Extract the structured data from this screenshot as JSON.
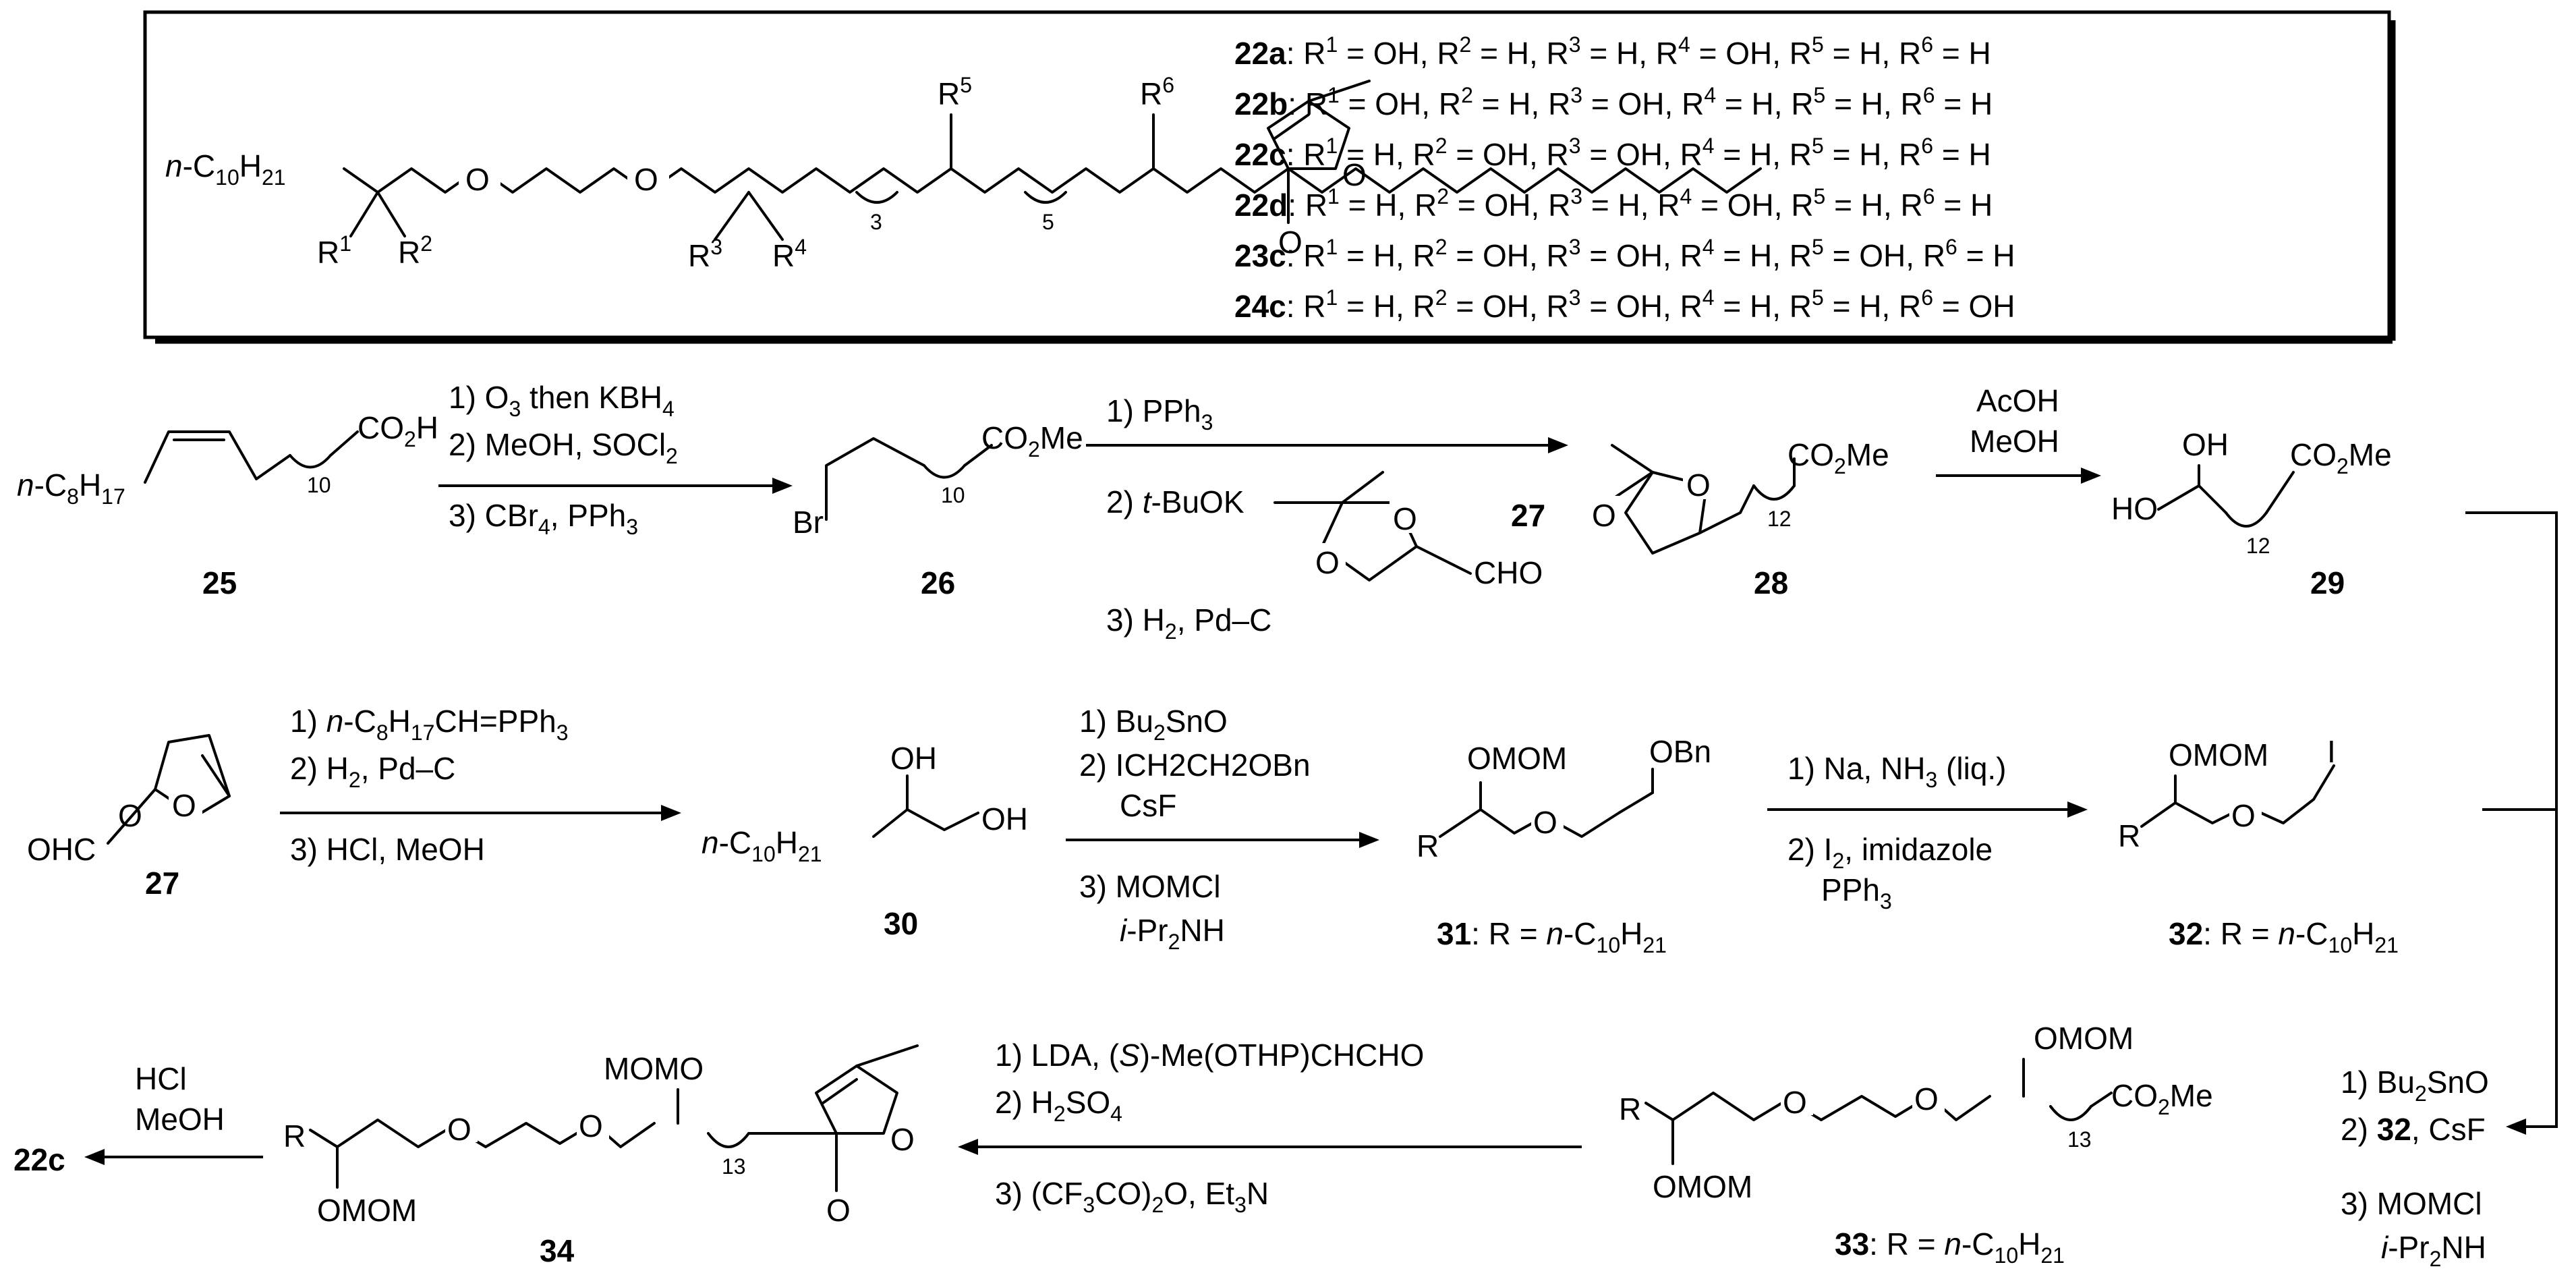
{
  "header_box": {
    "structure_labels": {
      "chain": "n-C10H21",
      "o1": "O",
      "o2": "O",
      "r1": "R1",
      "r2": "R2",
      "r3": "R3",
      "r4": "R4",
      "r5": "R5",
      "r6": "R6",
      "rep3": "3",
      "rep5": "5",
      "ring_o": "O",
      "carbonyl_o": "O"
    },
    "compounds": [
      {
        "id": "22a",
        "r": [
          "OH",
          "H",
          "H",
          "OH",
          "H",
          "H"
        ]
      },
      {
        "id": "22b",
        "r": [
          "OH",
          "H",
          "OH",
          "H",
          "H",
          "H"
        ]
      },
      {
        "id": "22c",
        "r": [
          "H",
          "OH",
          "OH",
          "H",
          "H",
          "H"
        ]
      },
      {
        "id": "22d",
        "r": [
          "H",
          "OH",
          "H",
          "OH",
          "H",
          "H"
        ]
      },
      {
        "id": "23c",
        "r": [
          "H",
          "OH",
          "OH",
          "H",
          "OH",
          "H"
        ]
      },
      {
        "id": "24c",
        "r": [
          "H",
          "OH",
          "OH",
          "H",
          "H",
          "OH"
        ]
      }
    ]
  },
  "compounds": {
    "c25": {
      "id": "25",
      "labels": [
        "n-C8H17",
        "CO2H",
        "10"
      ]
    },
    "c26": {
      "id": "26",
      "labels": [
        "CO2Me",
        "10",
        "Br"
      ]
    },
    "c27": {
      "id": "27"
    },
    "c28": {
      "id": "28",
      "labels": [
        "O",
        "O",
        "CO2Me",
        "12"
      ]
    },
    "c29": {
      "id": "29",
      "labels": [
        "OH",
        "HO",
        "CO2Me",
        "12"
      ]
    },
    "c27b": {
      "id": "27",
      "labels": [
        "O",
        "O",
        "OHC"
      ]
    },
    "c30": {
      "id": "30",
      "labels": [
        "OH",
        "n-C10H21",
        "OH"
      ]
    },
    "c31": {
      "id": "31",
      "caption": "R = n-C10H21",
      "labels": [
        "OMOM",
        "OBn",
        "R",
        "O"
      ]
    },
    "c32": {
      "id": "32",
      "caption": "R = n-C10H21",
      "labels": [
        "OMOM",
        "I",
        "R",
        "O"
      ]
    },
    "c33": {
      "id": "33",
      "caption": "R = n-C10H21",
      "labels": [
        "OMOM",
        "R",
        "O",
        "O",
        "CO2Me",
        "13",
        "OMOM"
      ]
    },
    "c34": {
      "id": "34",
      "labels": [
        "MOMO",
        "R",
        "O",
        "O",
        "13",
        "O",
        "O",
        "OMOM"
      ]
    },
    "c22c": {
      "id": "22c"
    }
  },
  "reagents": {
    "step1": [
      "1) O3 then KBH4",
      "2) MeOH, SOCl2",
      "3) CBr4, PPh3"
    ],
    "step2": [
      "1) PPh3",
      "2) t-BuOK",
      "3) H2, Pd–C",
      "CHO",
      "O",
      "O",
      "27"
    ],
    "step3": [
      "AcOH",
      "MeOH"
    ],
    "step4": [
      "1) n-C8H17CH=PPh3",
      "2) H2, Pd–C",
      "3) HCl, MeOH"
    ],
    "step5": [
      "1) Bu2SnO",
      "2) ICH2CH2OBn",
      "CsF",
      "3) MOMCl",
      "i-Pr2NH"
    ],
    "step6": [
      "1) Na, NH3 (liq.)",
      "2) I2, imidazole",
      "PPh3"
    ],
    "step7": [
      "1) Bu2SnO",
      "2) 32, CsF",
      "3) MOMCl",
      "i-Pr2NH"
    ],
    "step8": [
      "1) LDA, (S)-Me(OTHP)CHCHO",
      "2) H2SO4",
      "3) (CF3CO)2O, Et3N"
    ],
    "step9": [
      "HCl",
      "MeOH"
    ]
  }
}
